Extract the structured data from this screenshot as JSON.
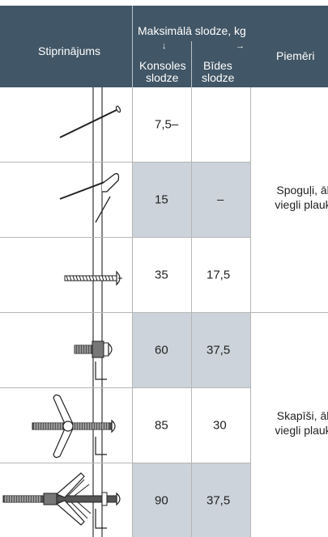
{
  "header": {
    "col_fastener": "Stiprinājums",
    "max_load": "Maksimālā slodze, kg",
    "col_console_line1": "Konsoles",
    "col_console_line2": "slodze",
    "col_shear_line1": "Bīdes",
    "col_shear_line2": "slodze",
    "col_examples": "Piemēri",
    "arrow_down": "↓",
    "arrow_right": "→"
  },
  "rows": [
    {
      "fastener_icon": "nail-icon",
      "console": "7,5–",
      "shear": ""
    },
    {
      "fastener_icon": "hook-nail-icon",
      "console": "15",
      "shear": "–"
    },
    {
      "fastener_icon": "screw-icon",
      "console": "35",
      "shear": "17,5"
    },
    {
      "fastener_icon": "sleeve-anchor-icon",
      "console": "60",
      "shear": "37,5"
    },
    {
      "fastener_icon": "toggle-bolt-icon",
      "console": "85",
      "shear": "30"
    },
    {
      "fastener_icon": "spring-toggle-icon",
      "console": "90",
      "shear": "37,5"
    }
  ],
  "examples": [
    {
      "line1": "Spoguļi, āķ",
      "line2": "viegli plaukt"
    },
    {
      "line1": "Skapīši, āķ",
      "line2": "viegli plaukt"
    }
  ],
  "colors": {
    "header_bg": "#415666",
    "shaded_cell": "#ccd3da",
    "grid": "#b6b6b6"
  }
}
